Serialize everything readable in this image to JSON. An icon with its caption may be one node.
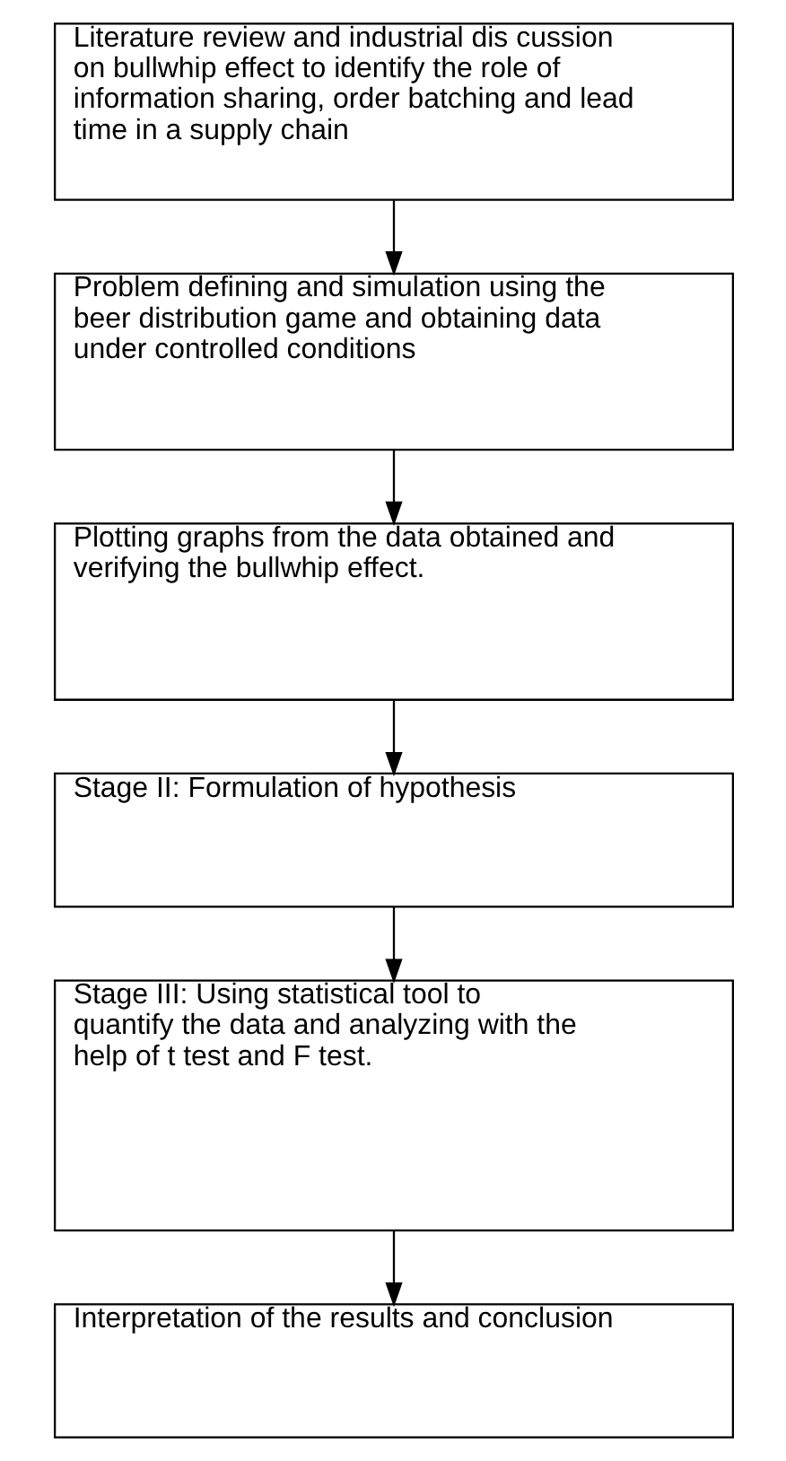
{
  "diagram": {
    "nodes": [
      {
        "text": [
          "Literature review and industrial dis cussion on bullwhip effect to identify the role of information sharing, order batching and lead time in a supply chain"
        ]
      },
      {
        "text": [
          "Problem defining and simulation using the beer distribution game and obtaining data under controlled conditions"
        ]
      },
      {
        "text": [
          "Plotting graphs from the data obtained and verifying the bullwhip effect."
        ]
      },
      {
        "text": [
          "Stage II: Formulation of hypothesis"
        ]
      },
      {
        "text": [
          "Stage III: Using statistical tool to quantify the data and analyzing with the help of t test and F test."
        ]
      },
      {
        "text": [
          "Interpretation of the results and conclusion"
        ]
      }
    ],
    "edges": [
      {
        "from": 0,
        "to": 1,
        "arrow": "to"
      },
      {
        "from": 1,
        "to": 2,
        "arrow": "to"
      },
      {
        "from": 2,
        "to": 3,
        "arrow": "to"
      },
      {
        "from": 3,
        "to": 4,
        "arrow": "to"
      },
      {
        "from": 4,
        "to": 5,
        "arrow": "to"
      }
    ]
  }
}
